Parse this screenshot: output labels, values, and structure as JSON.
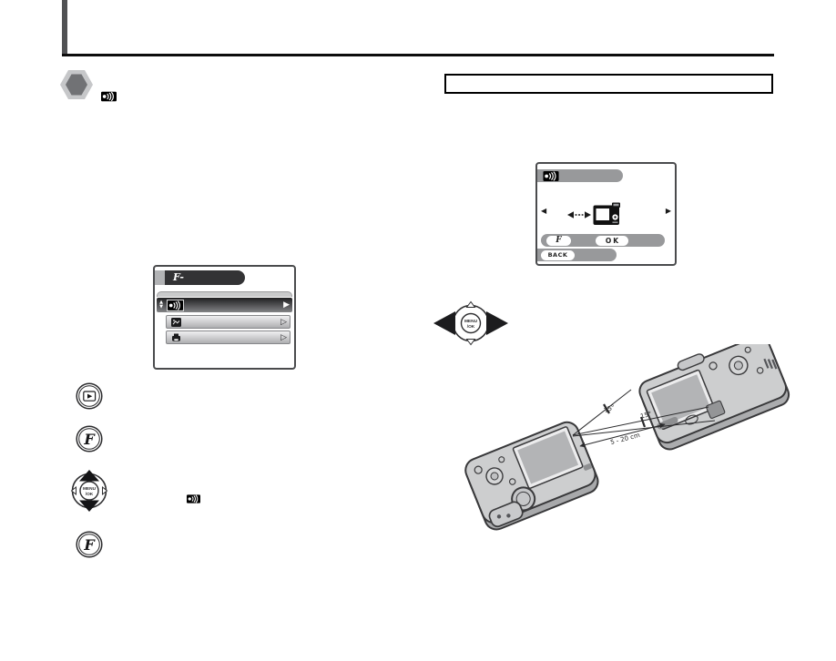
{
  "header": {
    "tab_color": "#515254",
    "rule_color": "#0d0d0d"
  },
  "note": {
    "ir_icon": "ir-communication"
  },
  "callout": {
    "border_color": "#000000",
    "text": ""
  },
  "menu_screen": {
    "logo": "F-",
    "items": [
      {
        "icon": "ir-communication",
        "selected": true
      },
      {
        "icon": "slideshow",
        "selected": false
      },
      {
        "icon": "print-order",
        "selected": false
      }
    ]
  },
  "standby_screen": {
    "status_icon": "ir-communication",
    "f_label": "F",
    "ok_label": "OK",
    "back_label": "BACK"
  },
  "controls": {
    "playback_glyph": "▶",
    "f_logo": "F",
    "menu_label": "MENU",
    "ok_label": "/OK"
  },
  "icons": {
    "up_arrow": "▲",
    "down_arrow": "▼",
    "caret_selected": "▶",
    "caret": "▷",
    "left_select": "◀",
    "right_select": "▶"
  },
  "diagram": {
    "angle_labels": [
      "15°",
      "15°"
    ],
    "distance_label": "5 - 20 cm"
  },
  "colors": {
    "camera_body": "#cdcecf",
    "camera_outline": "#38383a",
    "screen_fill": "#b3b4b6",
    "bar_gray": "#98999b",
    "selected_row_dark": "#1f1f21",
    "hexagon_outer": "#c6c7c9",
    "hexagon_inner": "#717275"
  }
}
